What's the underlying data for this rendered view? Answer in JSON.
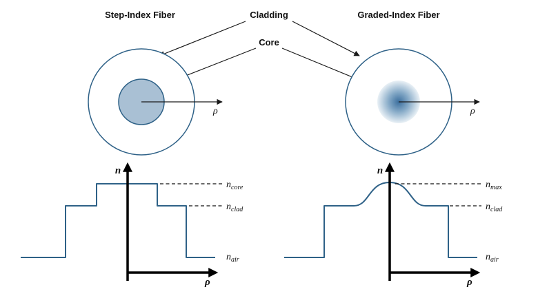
{
  "titles": {
    "left": "Step-Index Fiber",
    "right": "Graded-Index Fiber"
  },
  "callouts": {
    "cladding": "Cladding",
    "core": "Core"
  },
  "axis": {
    "n": "n",
    "rho": "ρ"
  },
  "levels": {
    "left": [
      {
        "main": "n",
        "sub": "core"
      },
      {
        "main": "n",
        "sub": "clad"
      },
      {
        "main": "n",
        "sub": "air"
      }
    ],
    "right": [
      {
        "main": "n",
        "sub": "max"
      },
      {
        "main": "n",
        "sub": "clad"
      },
      {
        "main": "n",
        "sub": "air"
      }
    ]
  },
  "colors": {
    "outline_blue": "#2e6187",
    "core_fill": "#a9c0d4",
    "graded_core_center": "#3c6f9e",
    "graded_core_edge": "#eaf1f6",
    "axis_black": "#000000",
    "background": "#ffffff"
  }
}
